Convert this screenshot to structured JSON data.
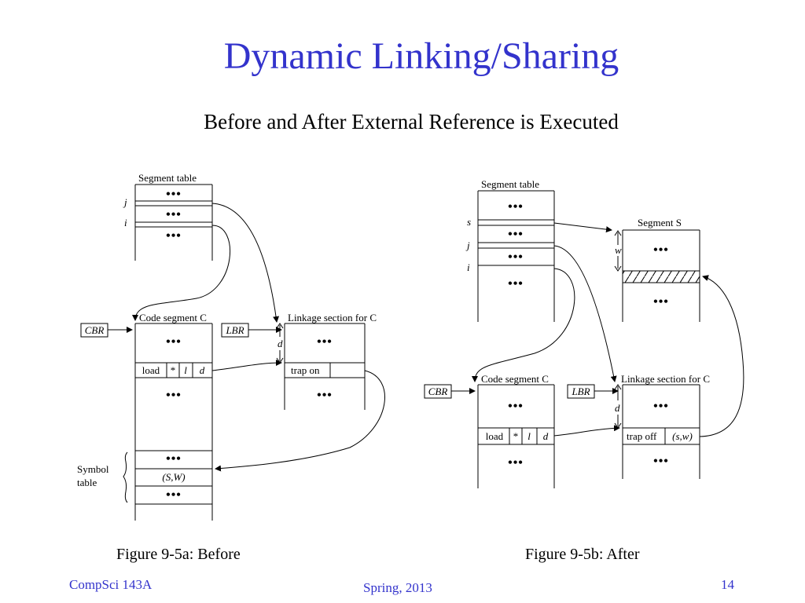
{
  "title": "Dynamic Linking/Sharing",
  "subtitle": "Before and After External Reference is Executed",
  "before": {
    "segment_table_label": "Segment table",
    "row_label_j": "j",
    "row_label_i": "i",
    "dots": "•••",
    "cbr": "CBR",
    "lbr": "LBR",
    "code_segment_label": "Code segment C",
    "linkage_label": "Linkage section for C",
    "d_label": "d",
    "load_cells": [
      "load",
      "*",
      "l",
      "d"
    ],
    "trap_text": "trap on",
    "symbol_table_label_1": "Symbol",
    "symbol_table_label_2": "table",
    "symbol_entry": "(S,W)",
    "caption": "Figure 9-5a: Before"
  },
  "after": {
    "segment_table_label": "Segment table",
    "row_label_s": "s",
    "row_label_j": "j",
    "row_label_i": "i",
    "dots": "•••",
    "segment_s_label": "Segment S",
    "w_label": "w",
    "cbr": "CBR",
    "lbr": "LBR",
    "code_segment_label": "Code segment C",
    "linkage_label": "Linkage section for C",
    "d_label": "d",
    "load_cells": [
      "load",
      "*",
      "l",
      "d"
    ],
    "trap_text": "trap off",
    "trap_addr": "(s,w)",
    "caption": "Figure 9-5b: After"
  },
  "footer": {
    "left": "CompSci 143A",
    "center": "Spring, 2013",
    "right": "14"
  }
}
